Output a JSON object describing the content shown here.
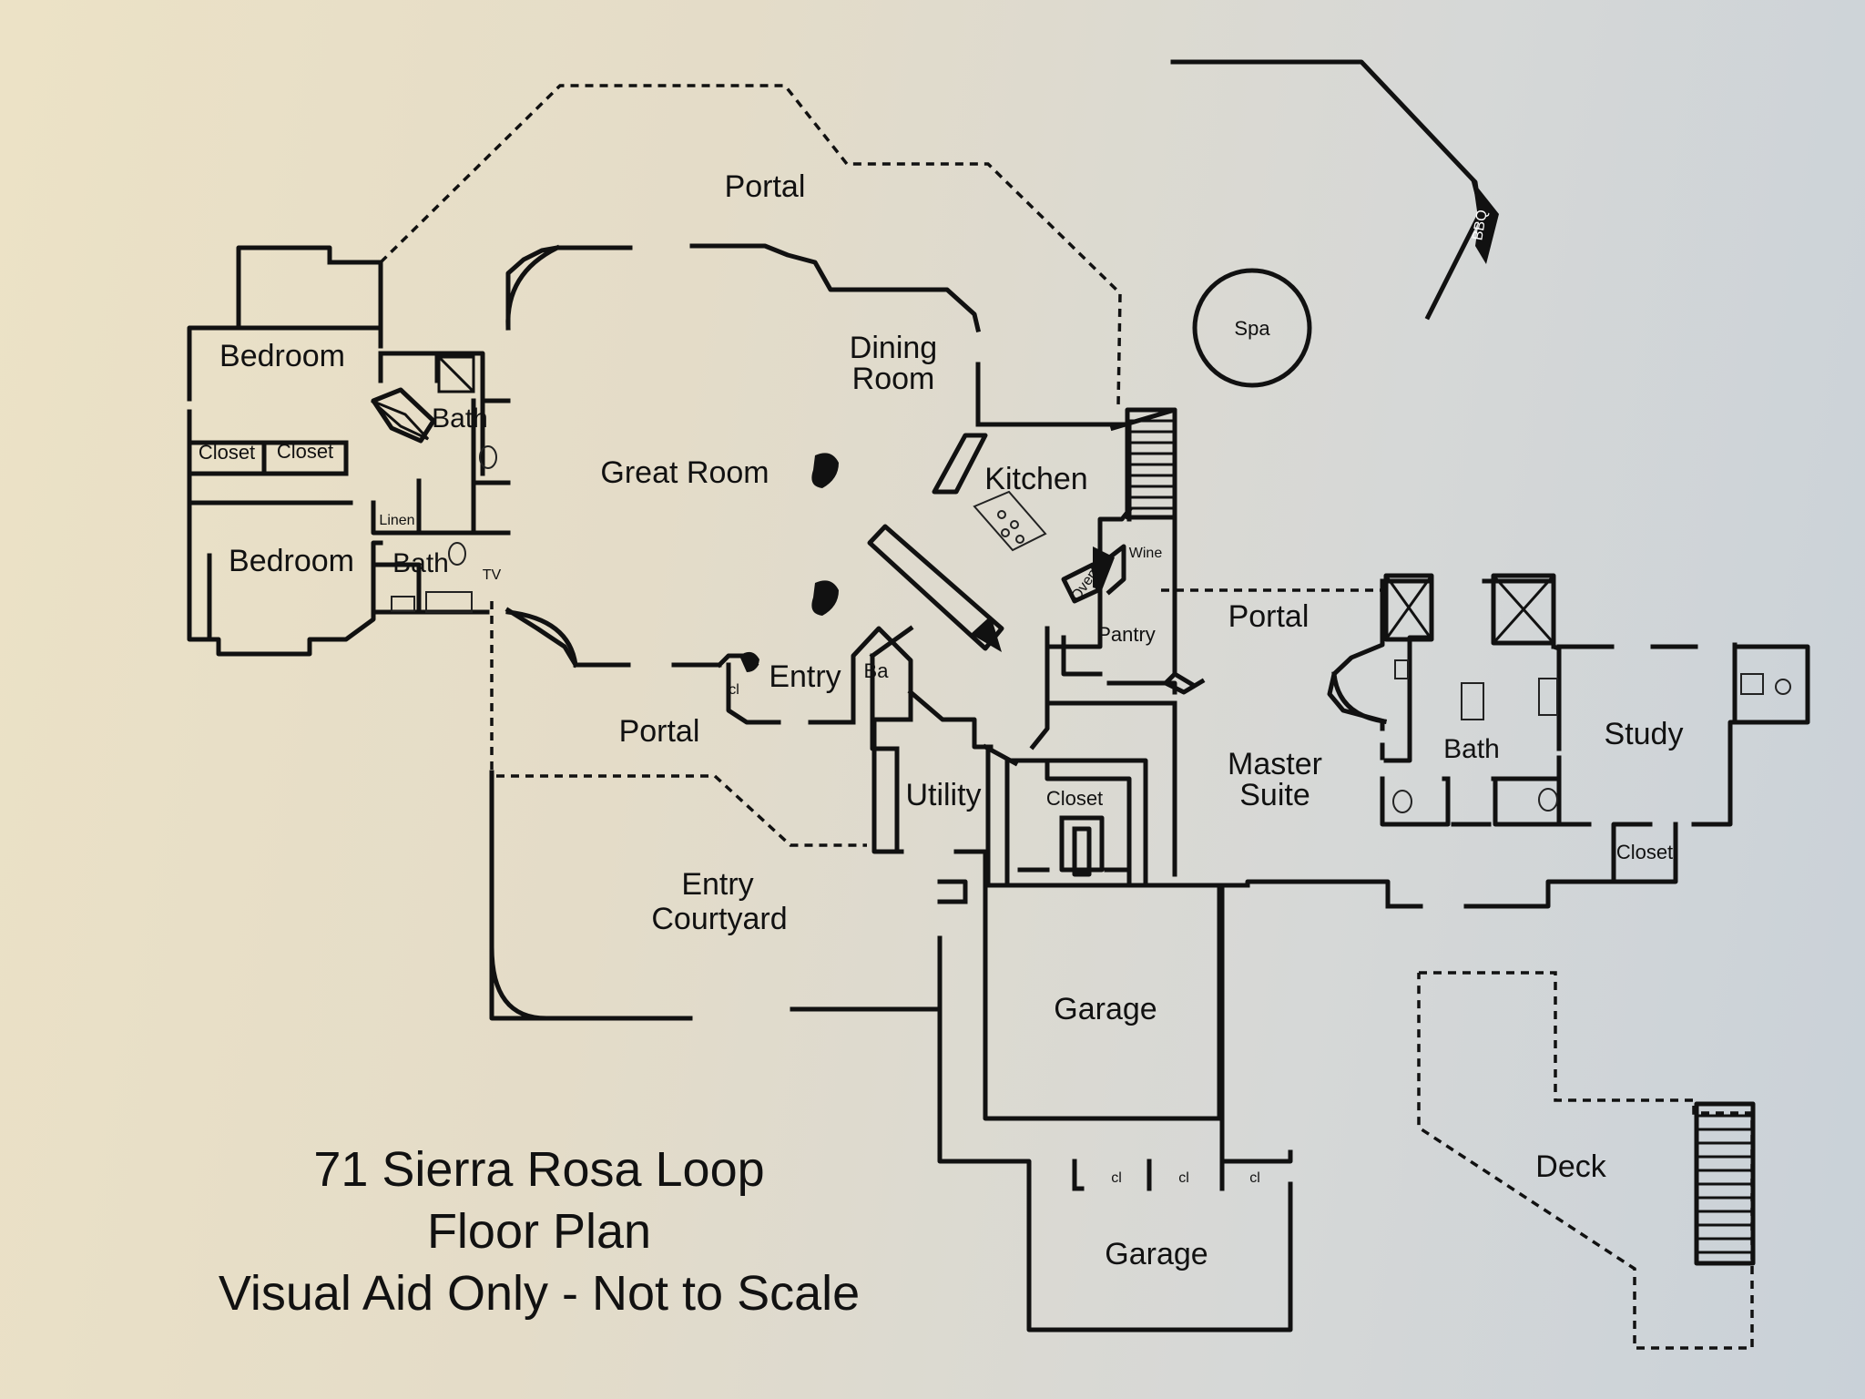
{
  "title": {
    "line1": "71 Sierra Rosa Loop",
    "line2": "Floor Plan",
    "line3": "Visual Aid Only - Not to Scale"
  },
  "rooms": {
    "portal_top": "Portal",
    "bedroom_upper": "Bedroom",
    "bedroom_lower": "Bedroom",
    "closet_left": "Closet",
    "closet_right": "Closet",
    "bath_upper": "Bath",
    "bath_lower": "Bath",
    "linen": "Linen",
    "tv": "TV",
    "great_room": "Great Room",
    "dining_room_1": "Dining",
    "dining_room_2": "Room",
    "kitchen": "Kitchen",
    "oven": "Oven",
    "wine": "Wine",
    "pantry": "Pantry",
    "entry": "Entry",
    "cl_entry": "cl",
    "ba": "Ba",
    "portal_mid": "Portal",
    "portal_right": "Portal",
    "utility": "Utility",
    "closet_center": "Closet",
    "master_suite_1": "Master",
    "master_suite_2": "Suite",
    "master_bath": "Bath",
    "study": "Study",
    "closet_master": "Closet",
    "entry_courtyard_1": "Entry",
    "entry_courtyard_2": "Courtyard",
    "garage_upper": "Garage",
    "garage_lower": "Garage",
    "cl_1": "cl",
    "cl_2": "cl",
    "cl_3": "cl",
    "spa": "Spa",
    "bbq": "BBQ",
    "deck": "Deck"
  }
}
